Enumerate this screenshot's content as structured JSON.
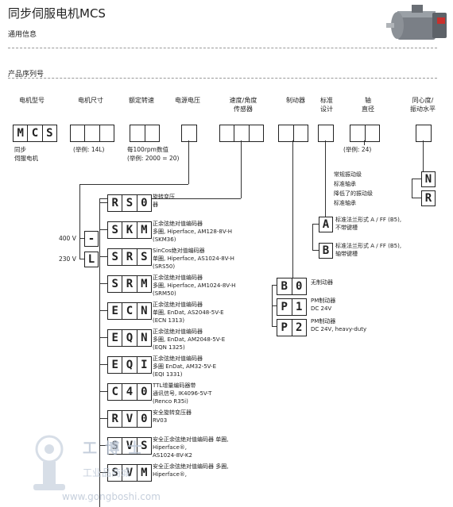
{
  "header": {
    "title": "同步伺服电机MCS",
    "subtitle": "通用信息",
    "section": "产品序列号"
  },
  "columns": [
    {
      "label": "电机型号"
    },
    {
      "label": "电机尺寸"
    },
    {
      "label": "额定转速"
    },
    {
      "label": "电源电压"
    },
    {
      "label": "速度/角度\n传感器"
    },
    {
      "label": "制动器"
    },
    {
      "label": "标准\n设计"
    },
    {
      "label": "轴\n直径"
    },
    {
      "label": "同心度/\n振动水平"
    }
  ],
  "model_box": {
    "cells": [
      "M",
      "C",
      "S"
    ],
    "note": "同步\n伺服电机"
  },
  "size_note": "(举例: 14L)",
  "speed_note": "每100rpm数值\n(举例: 2000 = 20)",
  "shaft_note": "(举例: 24)",
  "voltage": [
    {
      "volt": "400 V",
      "code": "-"
    },
    {
      "volt": "230 V",
      "code": "L"
    }
  ],
  "sensors": [
    {
      "code": [
        "R",
        "S",
        "0"
      ],
      "desc": "旋转变压\n器"
    },
    {
      "code": [
        "S",
        "K",
        "M"
      ],
      "desc": "正余弦绝对值编码器\n多圈, Hiperface, AM128-8V-H\n(SKM36)"
    },
    {
      "code": [
        "S",
        "R",
        "S"
      ],
      "desc": "SinCos绝对值编码器\n单圈, Hiperface, AS1024-8V-H\n(SRS50)"
    },
    {
      "code": [
        "S",
        "R",
        "M"
      ],
      "desc": "正余弦绝对值编码器\n多圈, Hiperface, AM1024-8V-H\n(SRM50)"
    },
    {
      "code": [
        "E",
        "C",
        "N"
      ],
      "desc": "正余弦绝对值编码器\n单圈, EnDat, AS2048-5V-E\n(ECN 1313)"
    },
    {
      "code": [
        "E",
        "Q",
        "N"
      ],
      "desc": "正余弦绝对值编码器\n多圈, EnDat, AM2048-5V-E\n(EQN 1325)"
    },
    {
      "code": [
        "E",
        "Q",
        "I"
      ],
      "desc": "正余弦绝对值编码器\n多圈 EnDat, AM32-5V-E\n(EQI 1331)"
    },
    {
      "code": [
        "C",
        "4",
        "0"
      ],
      "desc": "TTL增量编码器带\n通讯信号, IK4096-5V-T\n(Renco R35i)"
    },
    {
      "code": [
        "R",
        "V",
        "0"
      ],
      "desc": "安全旋转变压器\nRV03"
    },
    {
      "code": [
        "S",
        "V",
        "S"
      ],
      "desc": "安全正余弦绝对值编码器 单圈,\nHiperface®,\nAS1024-8V-K2"
    },
    {
      "code": [
        "S",
        "V",
        "M"
      ],
      "desc": "安全正余弦绝对值编码器 多圈,\nHiperface®,"
    }
  ],
  "brakes": [
    {
      "code": [
        "B",
        "0"
      ],
      "desc": "无制动器"
    },
    {
      "code": [
        "P",
        "1"
      ],
      "desc": "PM制动器\nDC 24V"
    },
    {
      "code": [
        "P",
        "2"
      ],
      "desc": "PM制动器\nDC 24V, heavy-duty"
    }
  ],
  "design_notes": "常规振动级\n标准轴承\n降低了的振动级\n标准轴承",
  "designs": [
    {
      "code": "A",
      "desc": "标准法兰形式 A / FF (B5),\n不带键槽"
    },
    {
      "code": "B",
      "desc": "标准法兰形式 A / FF (B5),\n轴带键槽"
    }
  ],
  "vibration": [
    {
      "code": "N"
    },
    {
      "code": "R"
    }
  ],
  "watermark": {
    "text": "工 博 士",
    "sub": "工业品商城",
    "url": "www.gongboshi.com"
  },
  "colors": {
    "text": "#222222",
    "watermark": "#b8c4d4",
    "dash": "#999999"
  }
}
